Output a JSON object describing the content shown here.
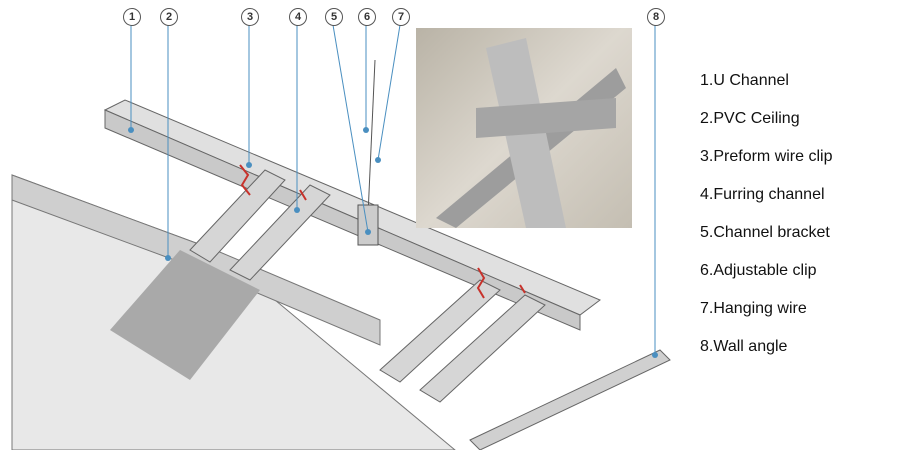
{
  "callouts": [
    "1",
    "2",
    "3",
    "4",
    "5",
    "6",
    "7",
    "8"
  ],
  "legend": [
    "1.U Channel",
    "2.PVC Ceiling",
    "3.Preform wire clip",
    "4.Furring channel",
    "5.Channel bracket",
    "6.Adjustable clip",
    "7.Hanging wire",
    "8.Wall angle"
  ],
  "colors": {
    "leader": "#4a8fc0",
    "clip": "#c8322b",
    "panel": "#e6e6e6",
    "channel": "#d8d8d8"
  }
}
